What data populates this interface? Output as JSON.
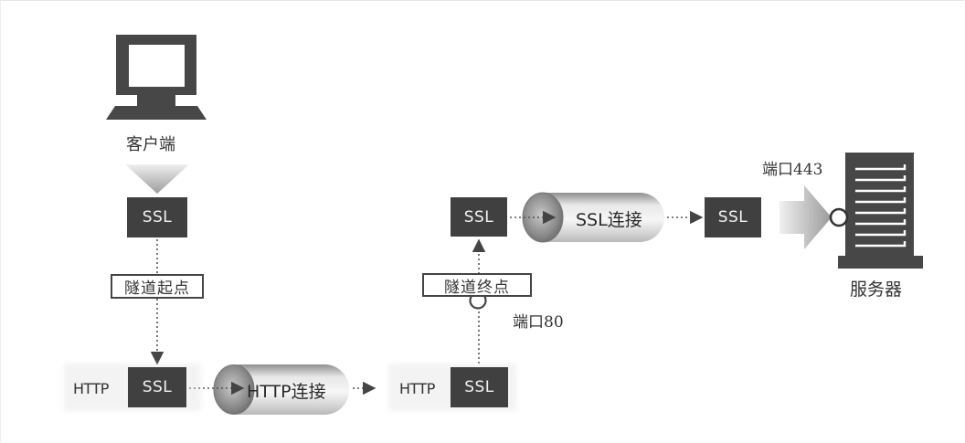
{
  "diagram": {
    "type": "HTTPS tunnel via HTTP proxy (SSL tunneling)",
    "client": {
      "label": "客户端",
      "icon": "computer-monitor-icon"
    },
    "server": {
      "label": "服务器",
      "icon": "server-tower-icon",
      "port_label": "端口443"
    },
    "ssl_boxes": {
      "client_ssl": "SSL",
      "tunnel_start_ssl": "SSL",
      "tunnel_end_ssl": "SSL",
      "proxy_ssl": "SSL",
      "server_ssl": "SSL"
    },
    "protocol_labels": {
      "start_http": "HTTP",
      "end_http": "HTTP"
    },
    "tags": {
      "tunnel_start": "隧道起点",
      "tunnel_end": "隧道终点"
    },
    "ports": {
      "proxy_port": "端口80"
    },
    "connections": {
      "http_connection": "HTTP连接",
      "ssl_connection": "SSL连接"
    },
    "colors": {
      "box_fill": "#404040",
      "box_text": "#f2f2f2",
      "line": "#555555",
      "background": "#ffffff"
    }
  }
}
